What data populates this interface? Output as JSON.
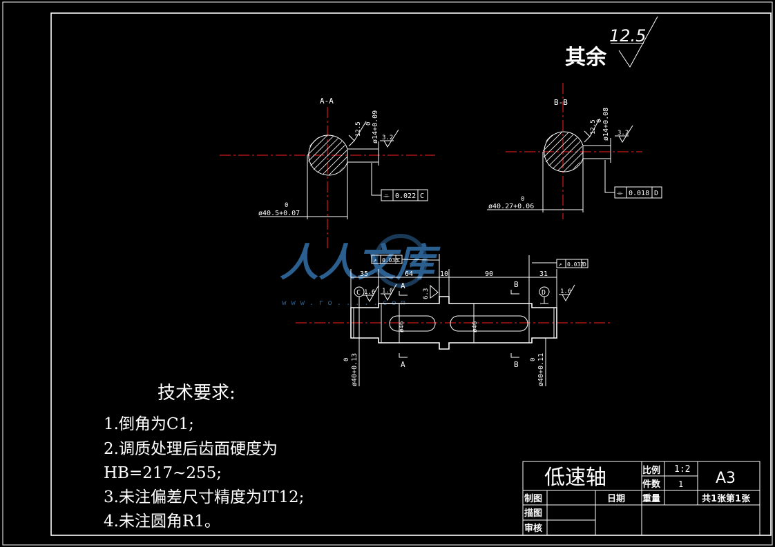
{
  "surface_note": {
    "label": "其余",
    "value": "12.5"
  },
  "section_aa": {
    "label": "A-A",
    "dia_dim": "ø40.5+0.07",
    "dia_tol_zero": "0",
    "key_dim": "ø14+0.09",
    "key_tol_zero": "0",
    "rough_key": "12.5",
    "rough_side": "3.2",
    "sym_tol": "0.022",
    "sym_datum": "C",
    "sym_symbol": "⌯"
  },
  "section_bb": {
    "label": "B-B",
    "dia_dim": "ø40.27+0.06",
    "dia_tol_zero": "0",
    "key_dim": "ø14+0.08",
    "key_tol_zero": "0",
    "rough_key": "12.5",
    "rough_side": "3.2",
    "sym_tol": "0.018",
    "sym_datum": "D",
    "sym_symbol": "⌯"
  },
  "shaft": {
    "dims": [
      "35",
      "64",
      "10",
      "90",
      "31"
    ],
    "runout_left": "0.035",
    "runout_left_datum": "C",
    "runout_right": "0.032",
    "runout_right_datum": "D",
    "datum_c": "C",
    "datum_d": "D",
    "rough_1": "1.6",
    "rough_2": "1.6",
    "rough_3": "6.3",
    "rough_4": "1.6",
    "dia_mid1": "ø46",
    "dia_mid2": "ø46",
    "dia_left": "ø40+0.13",
    "dia_left_zero": "0",
    "dia_right": "ø40+0.11",
    "dia_right_zero": "0",
    "cut_a": "A",
    "cut_b": "B"
  },
  "watermark": {
    "text": "人人文库",
    "url": "w w w . r o . . . . . c o m"
  },
  "tech_req": {
    "title": "技术要求:",
    "items": [
      "1.倒角为C1;",
      "2.调质处理后齿面硬度为",
      "HB=217~255;",
      "3.未注偏差尺寸精度为IT12;",
      "4.未注圆角R1。"
    ]
  },
  "title_block": {
    "part_name": "低速轴",
    "scale_label": "比例",
    "scale_value": "1:2",
    "qty_label": "件数",
    "qty_value": "1",
    "weight_label": "重量",
    "size": "A3",
    "drawn_label": "制图",
    "date_label": "日期",
    "traced_label": "描图",
    "checked_label": "审核",
    "sheet": "共1张第1张"
  },
  "colors": {
    "background": "#000000",
    "line": "#ffffff",
    "centerline": "#ff2020",
    "watermark": "#3a7fc0"
  }
}
